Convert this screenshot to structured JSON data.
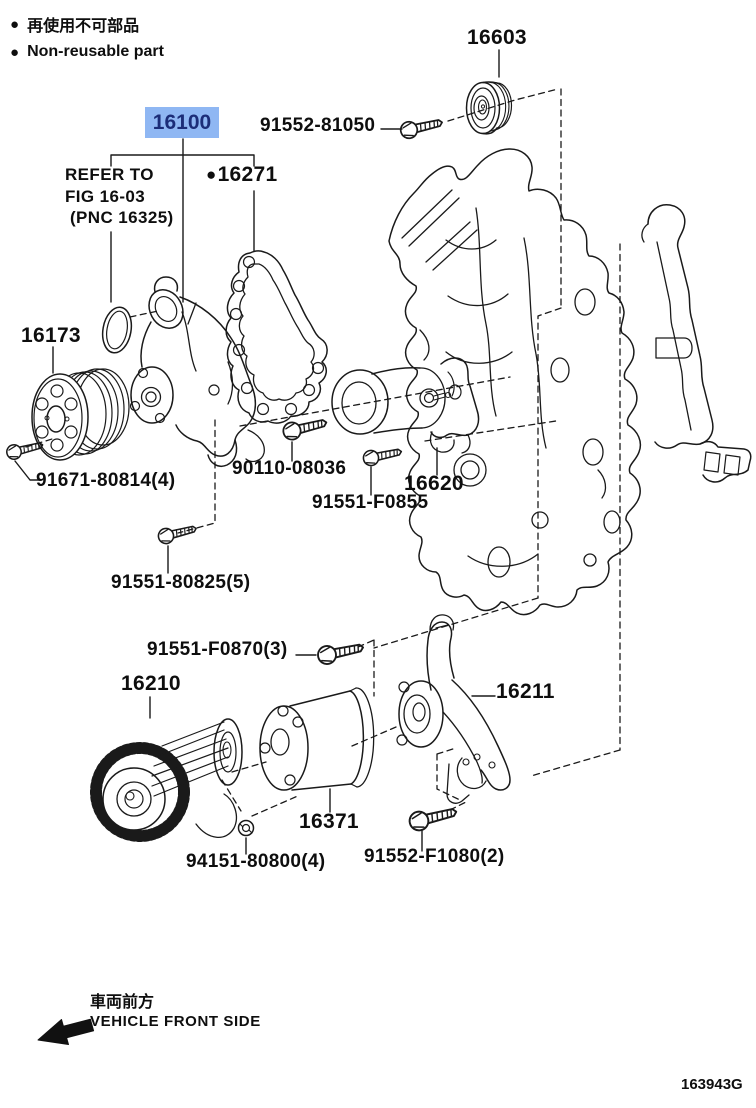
{
  "legend": {
    "bullet": "●",
    "line1_jp": "再使用不可部品",
    "line2_en": "Non-reusable part"
  },
  "callouts": {
    "c16603": {
      "text": "16603"
    },
    "c91552_81050": {
      "text": "91552-81050"
    },
    "c16100": {
      "text": "16100",
      "highlighted": true
    },
    "refer": {
      "line1": "REFER TO",
      "line2": "FIG 16-03",
      "line3": "(PNC 16325)"
    },
    "c16271": {
      "bullet": "●",
      "text": "16271"
    },
    "c16173": {
      "text": "16173"
    },
    "c91671_80814": {
      "text": "91671-80814(4)"
    },
    "c90110_08036": {
      "text": "90110-08036"
    },
    "c16620": {
      "text": "16620"
    },
    "c91551_F0855": {
      "text": "91551-F0855"
    },
    "c91551_80825": {
      "text": "91551-80825(5)"
    },
    "c91551_F0870": {
      "text": "91551-F0870(3)"
    },
    "c16210": {
      "text": "16210"
    },
    "c16211": {
      "text": "16211"
    },
    "c16371": {
      "text": "16371"
    },
    "c94151_80800": {
      "text": "94151-80800(4)"
    },
    "c91552_F1080": {
      "text": "91552-F1080(2)"
    }
  },
  "footer": {
    "front_jp": "車両前方",
    "front_en": "VEHICLE FRONT SIDE",
    "code": "163943G"
  },
  "colors": {
    "highlight_bg": "#8fb7f3",
    "highlight_text": "#1c2d78",
    "ink": "#1a1a1a"
  }
}
